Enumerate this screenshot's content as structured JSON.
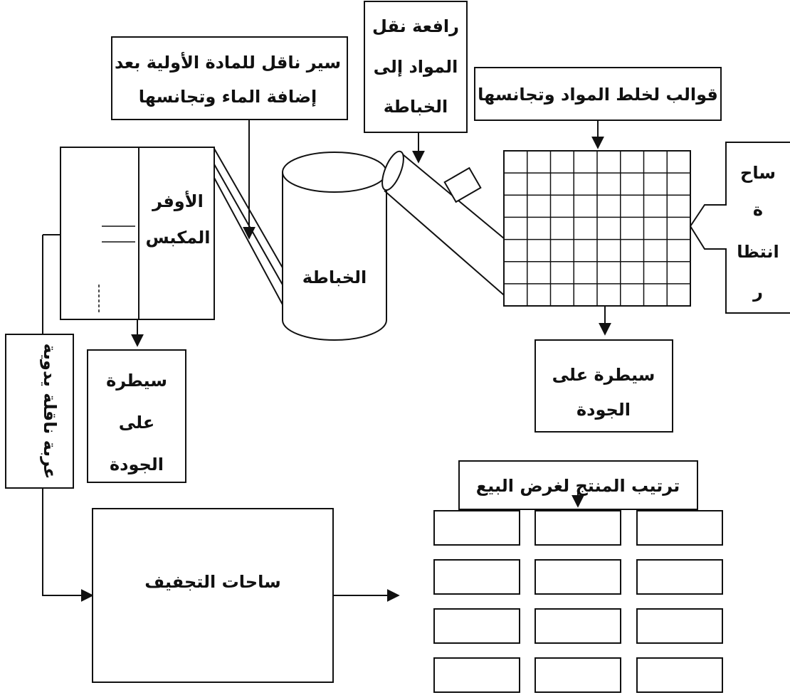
{
  "labels": {
    "conveyor_belt_line1": "سير ناقل للمادة الأولية بعد",
    "conveyor_belt_line2": "إضافة الماء وتجانسها",
    "lift_line1": "رافعة نقل",
    "lift_line2": "المواد إلى",
    "lift_line3": "الخباطة",
    "molds": "قوالب لخلط المواد وتجانسها",
    "waiting_line1": "ساح",
    "waiting_line2": "ة",
    "waiting_line3": "انتظا",
    "waiting_line4": "ر",
    "press_line1": "الأوفر",
    "press_line2": "المكبس",
    "mixer": "الخباطة",
    "quality_left_line1": "سيطرة",
    "quality_left_line2": "على",
    "quality_left_line3": "الجودة",
    "quality_right_line1": "سيطرة على",
    "quality_right_line2": "الجودة",
    "manual_cart": "عربة ناقلة يدوية",
    "arrange_for_sale": "ترتيب المنتج لغرض البيع",
    "drying_yards": "ساحات التجفيف"
  },
  "colors": {
    "ink": "#111111",
    "background": "#ffffff"
  }
}
